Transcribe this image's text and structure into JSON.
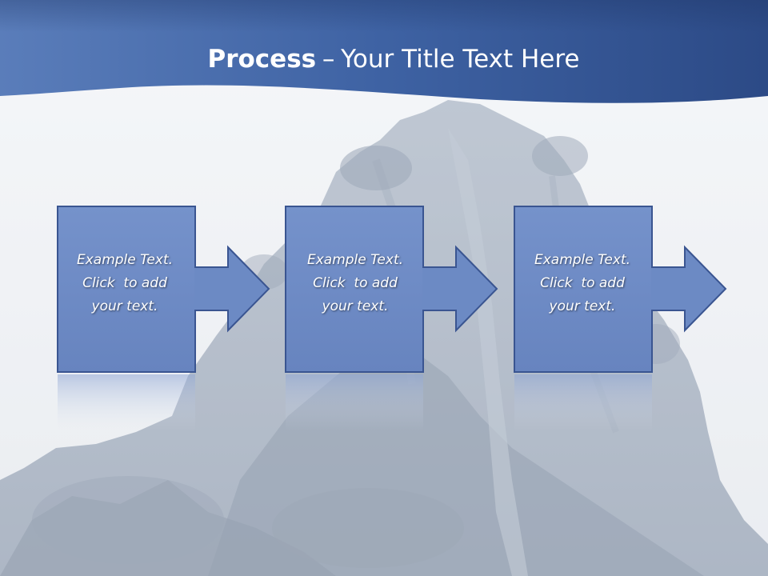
{
  "slide": {
    "title_bold": "Process",
    "title_separator": "–",
    "title_rest": "Your Title Text Here"
  },
  "steps": [
    {
      "lines": [
        "Example Text.",
        "Click  to add",
        "your text."
      ]
    },
    {
      "lines": [
        "Example Text.",
        "Click  to add",
        "your text."
      ]
    },
    {
      "lines": [
        "Example Text.",
        "Click  to add",
        "your text."
      ]
    }
  ],
  "colors": {
    "header_dark": "#2b4a85",
    "header_light": "#5577b4",
    "box_fill": "#6e8bc4",
    "box_stroke": "#3a5591",
    "arrow_fill": "#6c8ac4",
    "background": "#eef1f5"
  },
  "background_image": "misty-mountain-peak"
}
